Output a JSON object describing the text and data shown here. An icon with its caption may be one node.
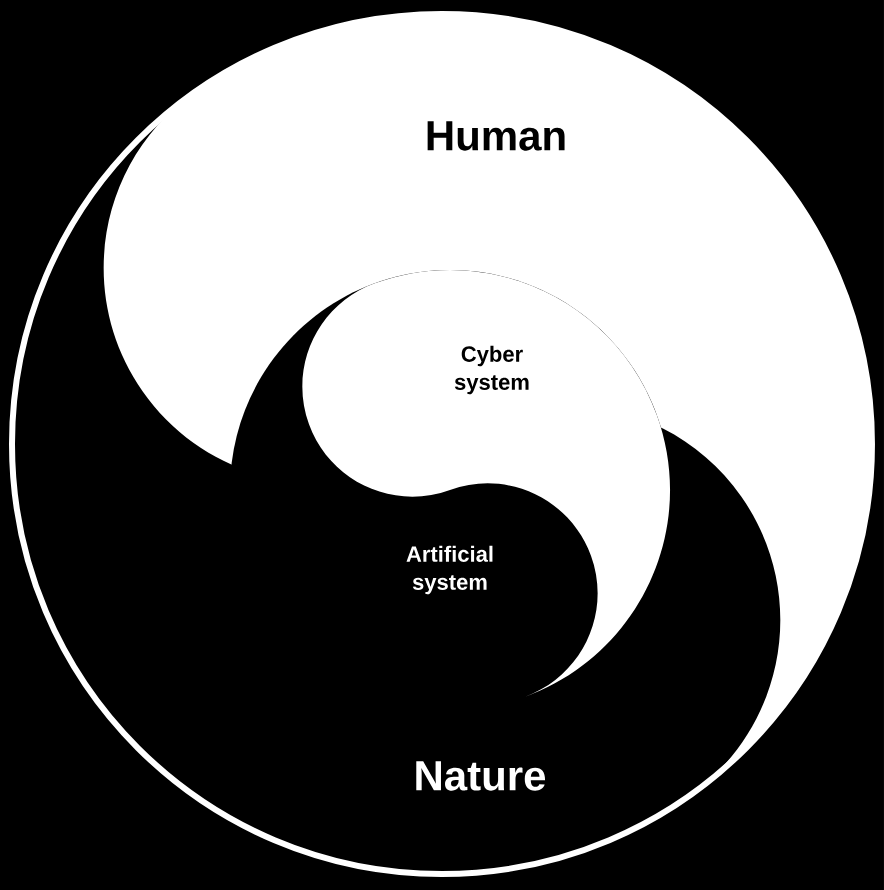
{
  "diagram": {
    "nodes": [
      {
        "text": [
          "Human"
        ]
      },
      {
        "text": [
          "Cyber system"
        ]
      },
      {
        "text": [
          "Artificial system"
        ]
      },
      {
        "text": [
          "Nature"
        ]
      }
    ]
  }
}
